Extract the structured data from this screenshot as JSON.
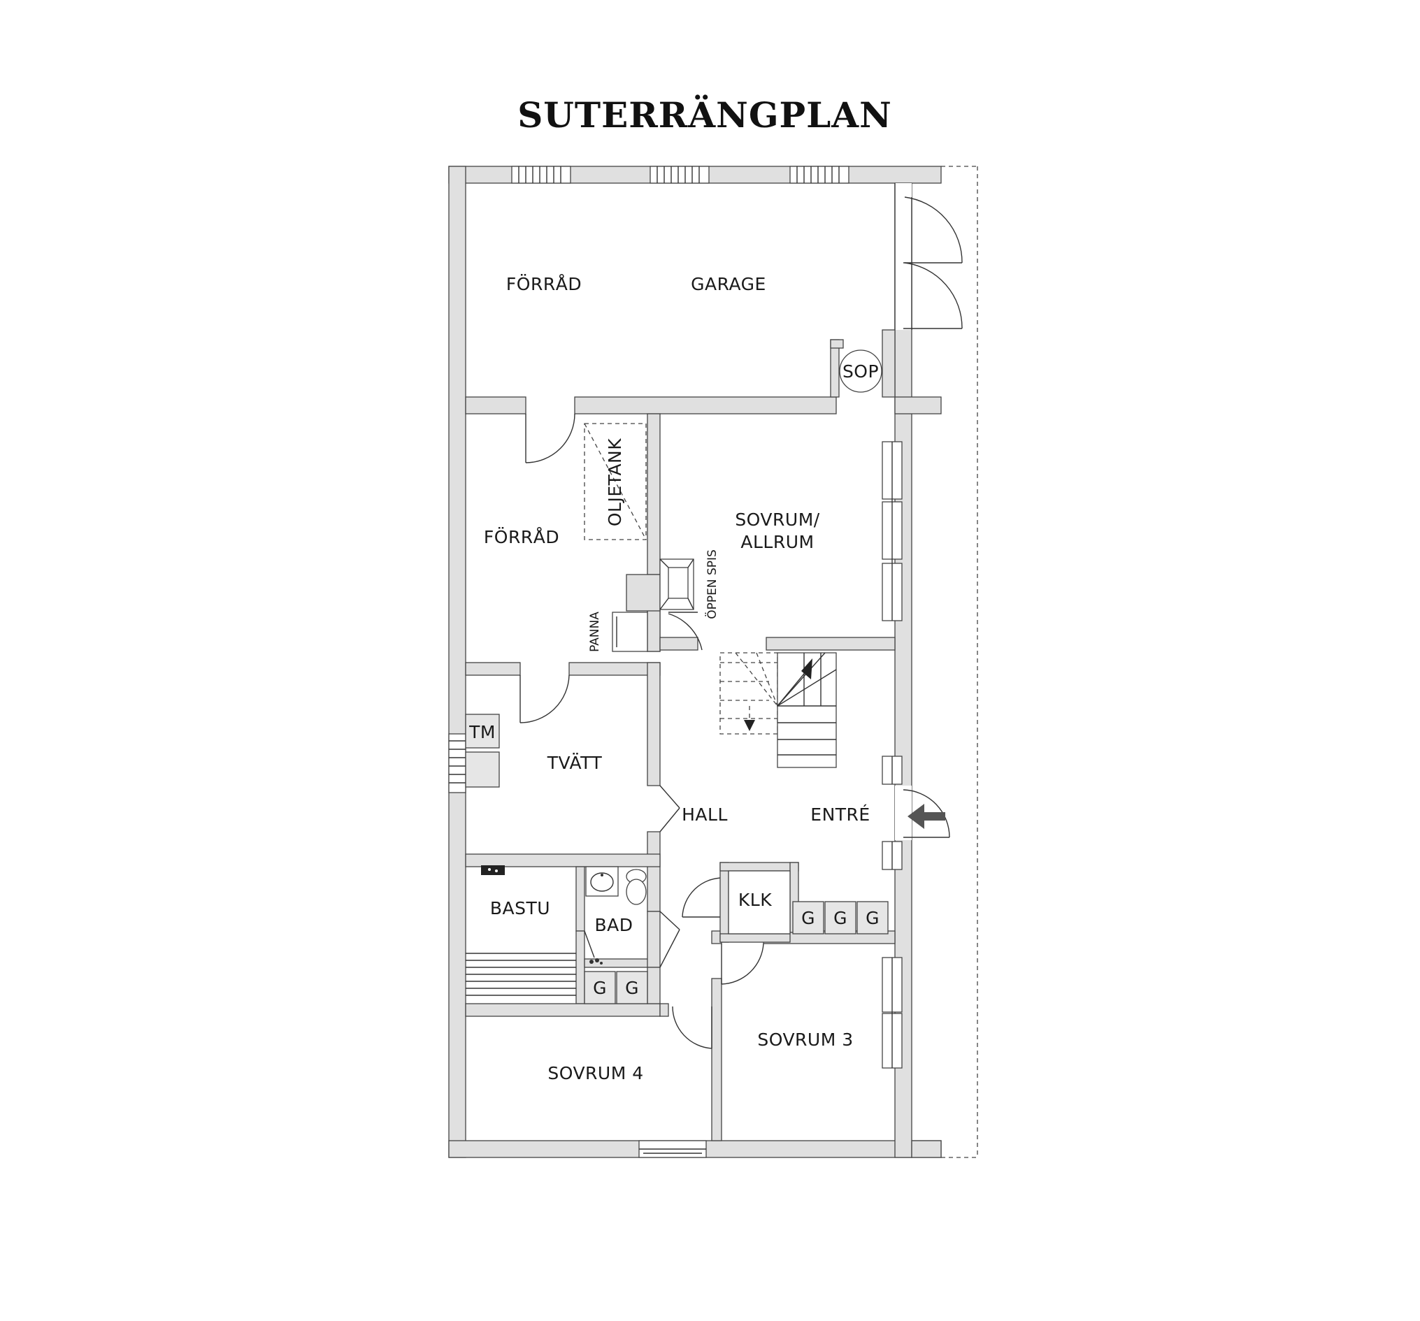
{
  "title": "SUTERRÄNGPLAN",
  "rooms": {
    "forrad_top": "FÖRRÅD",
    "garage": "GARAGE",
    "sop": "SOP",
    "forrad_mid": "FÖRRÅD",
    "oljetank": "OLJETANK",
    "sovrum_allrum_1": "SOVRUM/",
    "sovrum_allrum_2": "ALLRUM",
    "oppen_spis": "ÖPPEN SPIS",
    "panna": "PANNA",
    "tm": "TM",
    "tvatt": "TVÄTT",
    "hall": "HALL",
    "entre": "ENTRÉ",
    "bastu": "BASTU",
    "bad": "BAD",
    "klk": "KLK",
    "g": "G",
    "sovrum3": "SOVRUM 3",
    "sovrum4": "SOVRUM 4"
  }
}
